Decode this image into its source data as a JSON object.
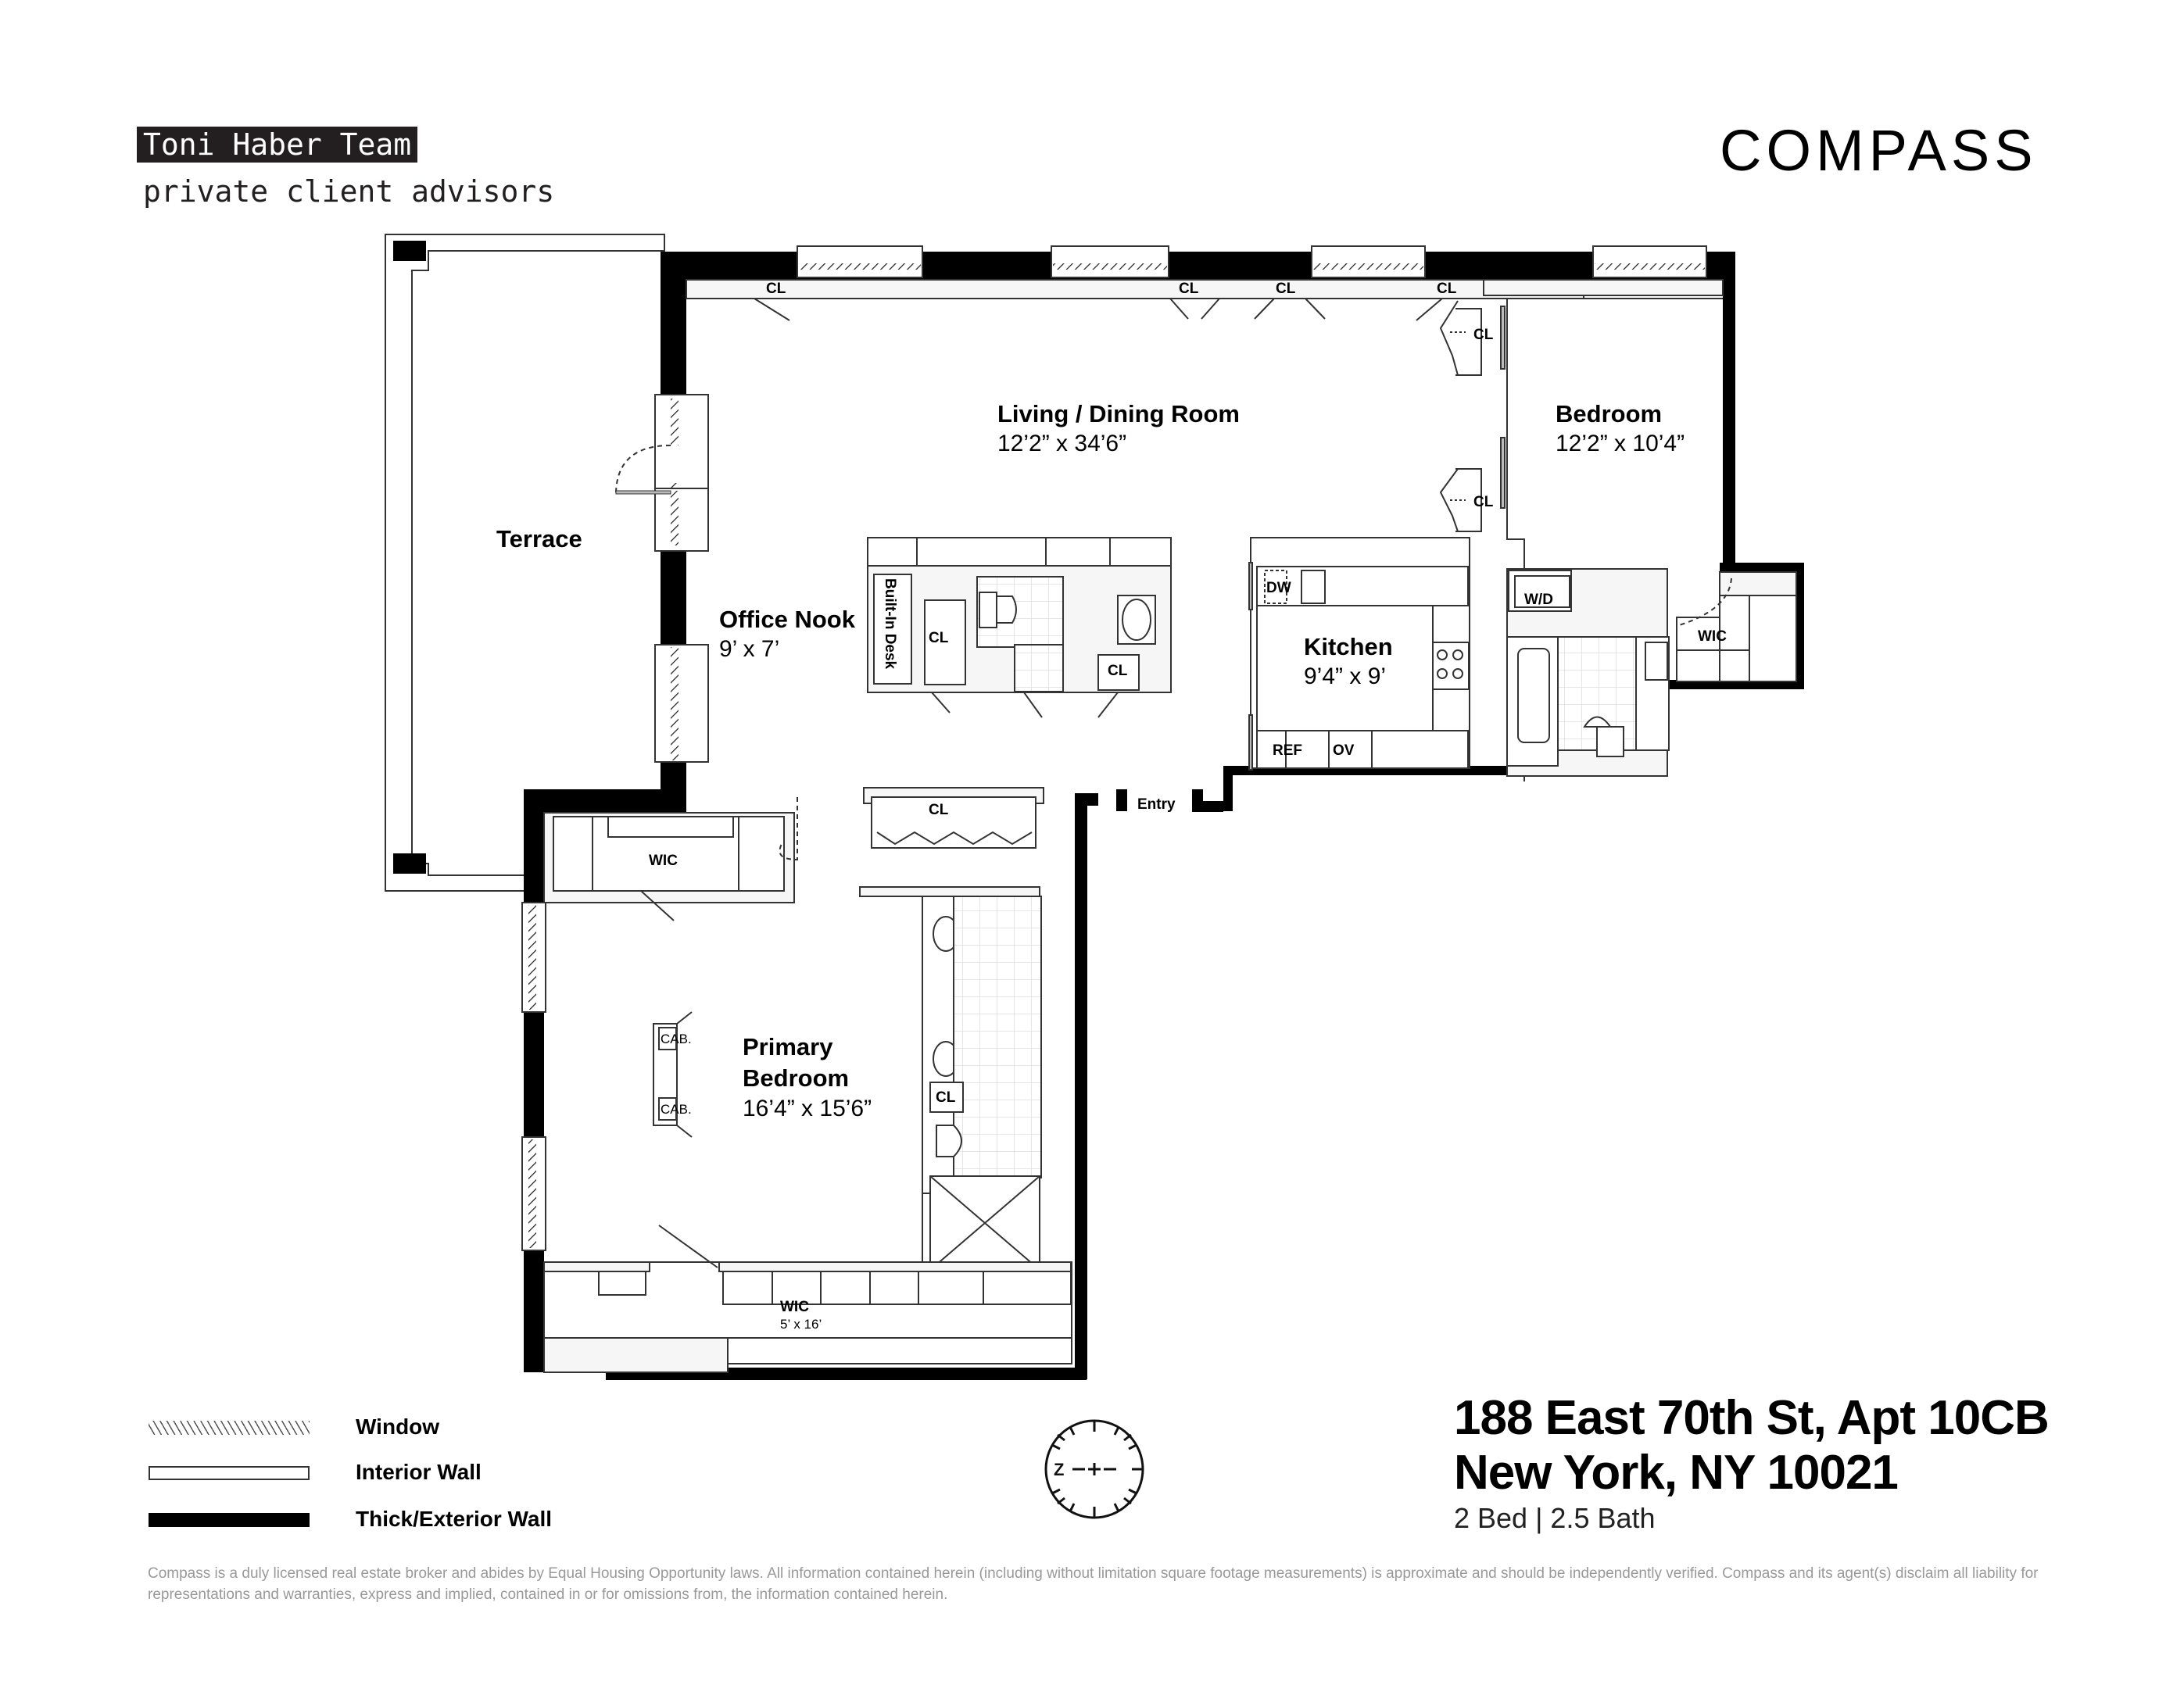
{
  "header": {
    "team_name": "Toni Haber Team",
    "team_tagline": "private client advisors",
    "brand_logo": "COMPASS"
  },
  "rooms": {
    "terrace": {
      "name": "Terrace"
    },
    "living": {
      "name": "Living / Dining Room",
      "dims": "12’2” x 34’6”"
    },
    "bedroom": {
      "name": "Bedroom",
      "dims": "12’2” x 10’4”"
    },
    "office": {
      "name": "Office Nook",
      "dims": "9’ x 7’"
    },
    "kitchen": {
      "name": "Kitchen",
      "dims": "9’4” x 9’"
    },
    "primary": {
      "name_line1": "Primary",
      "name_line2": "Bedroom",
      "dims": "16’4” x 15’6”"
    },
    "primary_wic": {
      "name": "WIC",
      "dims": "5’ x 16’"
    },
    "wic_upper": {
      "name": "WIC"
    },
    "wic_bedroom": {
      "name": "WIC"
    },
    "entry": {
      "name": "Entry"
    }
  },
  "fixtures": {
    "closet": "CL",
    "built_in_desk": "Built-In Desk",
    "dishwasher": "DW",
    "refrigerator": "REF",
    "oven": "OV",
    "washer_dryer": "W/D",
    "cabinet": "CAB."
  },
  "legend": {
    "items": [
      {
        "label": "Window",
        "swatch": "window-hatch"
      },
      {
        "label": "Interior Wall",
        "swatch": "outline-bar"
      },
      {
        "label": "Thick/Exterior Wall",
        "swatch": "solid-bar"
      }
    ]
  },
  "compass_rose": {
    "north_label": "Z"
  },
  "listing": {
    "address_line1": "188 East 70th St, Apt 10CB",
    "address_line2": "New York, NY 10021",
    "summary": "2 Bed | 2.5 Bath"
  },
  "disclaimer": "Compass is a duly licensed real estate broker and abides by Equal Housing Opportunity laws. All information contained herein (including without limitation square footage measurements) is approximate and should be independently verified. Compass and its agent(s) disclaim all liability for representations and warranties, express and implied, contained in or for omissions from, the information contained herein."
}
